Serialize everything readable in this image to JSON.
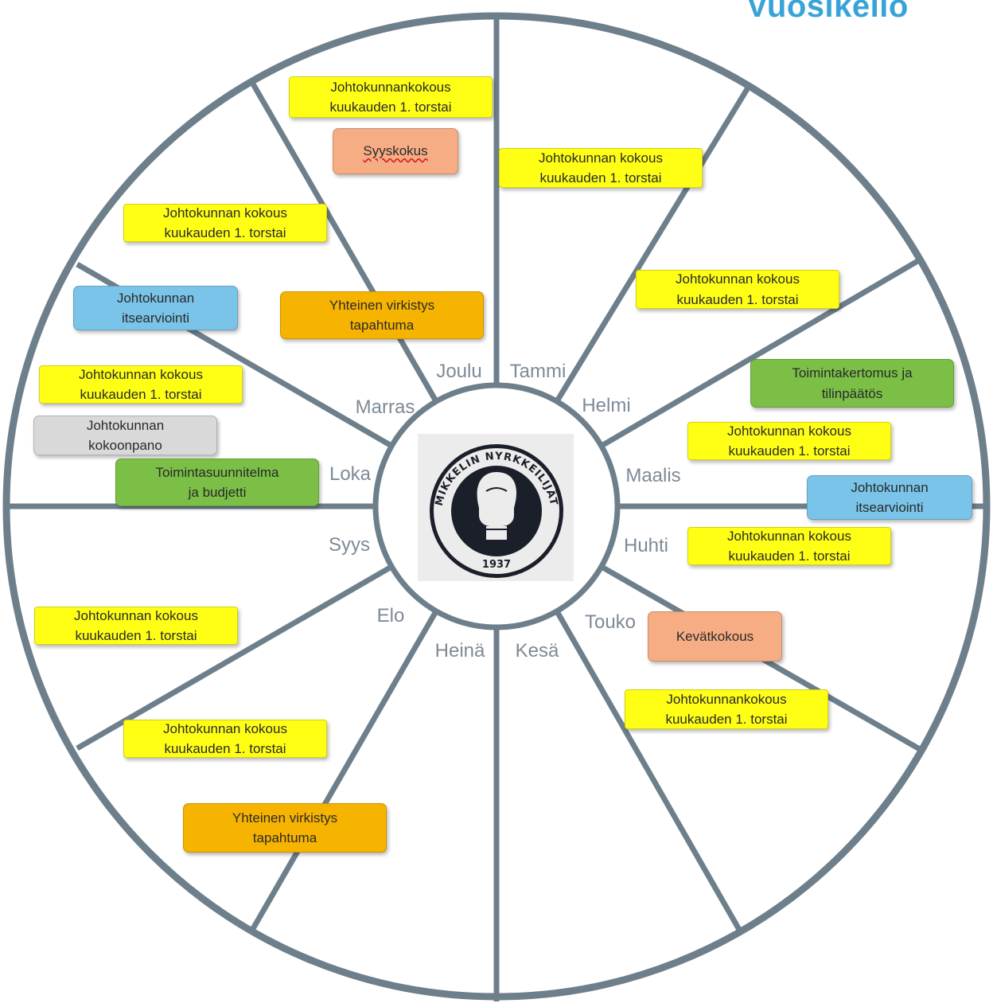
{
  "title": "Vuosikello",
  "logo": {
    "name": "MIKKELIN NYRKKEILIJÄT",
    "year": "1937",
    "icon": "boxing-glove-icon"
  },
  "months": {
    "tammi": "Tammi",
    "helmi": "Helmi",
    "maalis": "Maalis",
    "huhti": "Huhti",
    "touko": "Touko",
    "kesa": "Kesä",
    "heina": "Heinä",
    "elo": "Elo",
    "syys": "Syys",
    "loka": "Loka",
    "marras": "Marras",
    "joulu": "Joulu"
  },
  "events": {
    "meeting": [
      "Johtokunnan kokous",
      "kuukauden 1. torstai"
    ],
    "meeting_tight": [
      "Johtokunnankokous",
      "kuukauden 1. torstai"
    ],
    "autumn_meeting": "Syyskokus",
    "spring_meeting": "Kevätkokous",
    "recreation": [
      "Yhteinen virkistys",
      "tapahtuma"
    ],
    "self_assessment": [
      "Johtokunnan",
      "itsearviointi"
    ],
    "annual_report": [
      "Toimintakertomus ja",
      "tilinpäätös"
    ],
    "board_composition": [
      "Johtokunnan",
      "kokoonpano"
    ],
    "action_plan": [
      "Toimintasuunnitelma",
      "ja budjetti"
    ]
  },
  "colors": {
    "meeting": "#ffff16",
    "general_meeting": "#f6ad84",
    "recreation": "#f6b300",
    "self_assessment": "#79c4e8",
    "plan_and_report": "#7bbf47",
    "board_composition": "#d9d9d9",
    "title": "#38a3d6",
    "spokes": "#6e7f8c"
  }
}
